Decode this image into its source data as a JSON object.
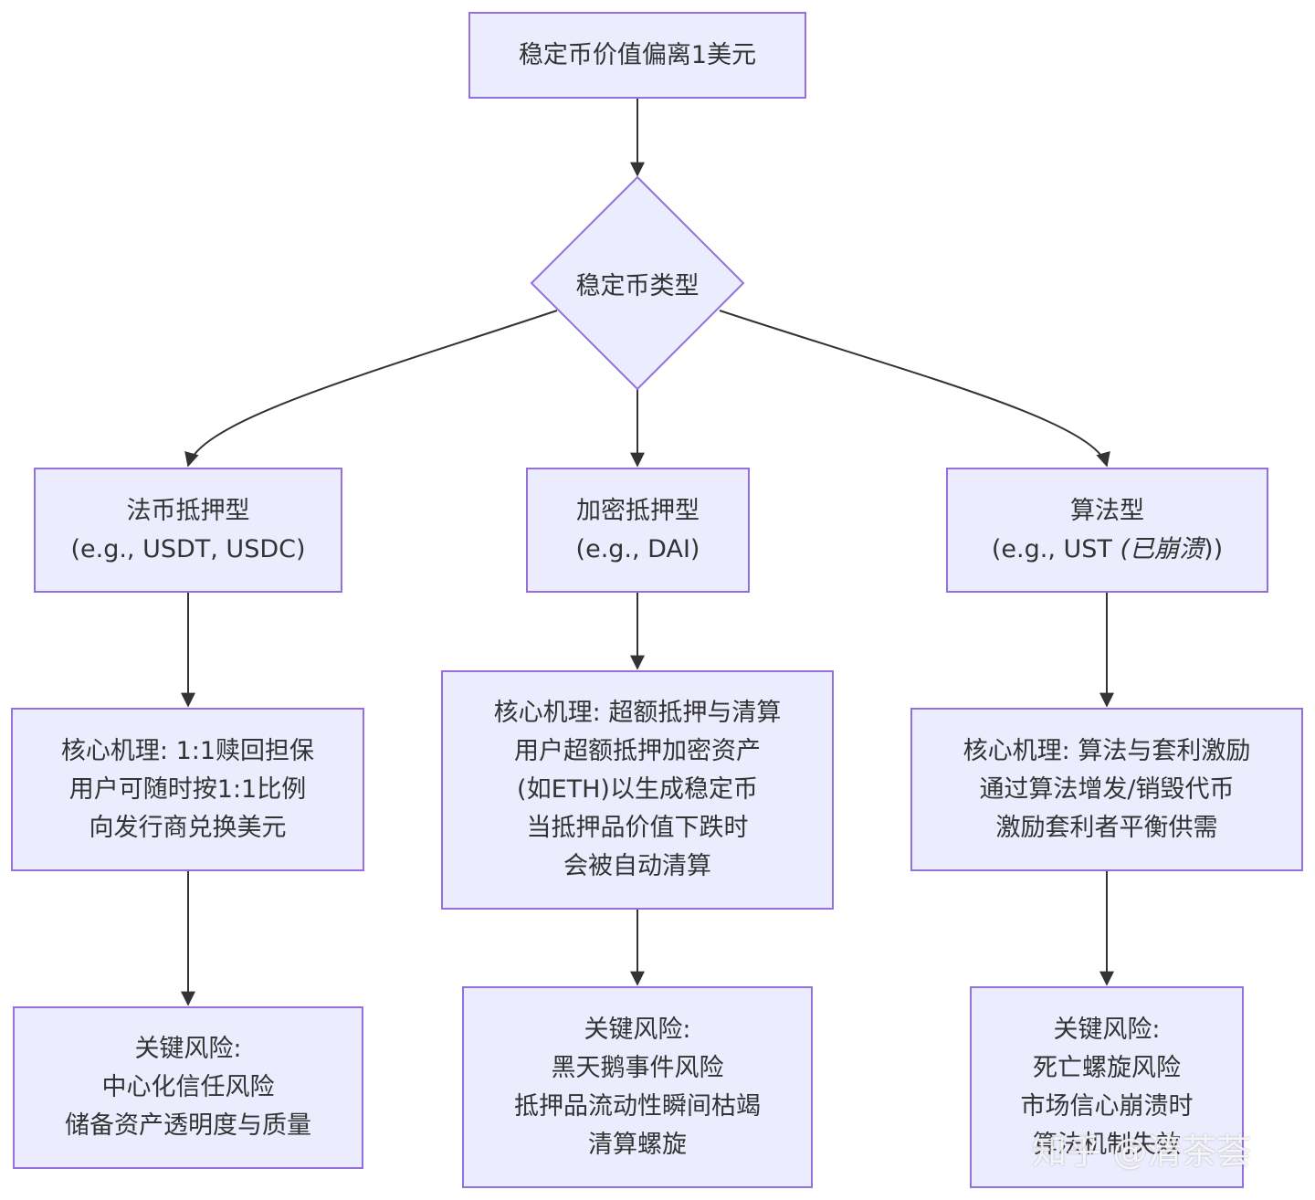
{
  "nodes": {
    "start": {
      "lines": [
        "稳定币价值偏离1美元"
      ]
    },
    "decision": {
      "label": "稳定币类型"
    },
    "fiat": {
      "line1": "法币抵押型",
      "line2": "(e.g., USDT, USDC)"
    },
    "crypto": {
      "line1": "加密抵押型",
      "line2": "(e.g., DAI)"
    },
    "algo": {
      "line1": "算法型",
      "line2_prefix": "(e.g., UST ",
      "line2_em": "(已崩溃",
      "line2_suffix": "))"
    },
    "fiat_mech": {
      "lines": [
        "核心机理: 1:1赎回担保",
        "用户可随时按1:1比例",
        "向发行商兑换美元"
      ]
    },
    "crypto_mech": {
      "lines": [
        "核心机理: 超额抵押与清算",
        "用户超额抵押加密资产",
        "(如ETH)以生成稳定币",
        "当抵押品价值下跌时",
        "会被自动清算"
      ]
    },
    "algo_mech": {
      "lines": [
        "核心机理: 算法与套利激励",
        "通过算法增发/销毁代币",
        "激励套利者平衡供需"
      ]
    },
    "fiat_risk": {
      "lines": [
        "关键风险:",
        "中心化信任风险",
        "储备资产透明度与质量"
      ]
    },
    "crypto_risk": {
      "lines": [
        "关键风险:",
        "黑天鹅事件风险",
        "抵押品流动性瞬间枯竭",
        "清算螺旋"
      ]
    },
    "algo_risk": {
      "lines": [
        "关键风险:",
        "死亡螺旋风险",
        "市场信心崩溃时",
        "算法机制失效"
      ]
    }
  },
  "watermark": "知乎 @清茶荟",
  "colors": {
    "node_fill": "#ececff",
    "node_border": "#9370db",
    "edge": "#333333",
    "text": "#333333"
  }
}
